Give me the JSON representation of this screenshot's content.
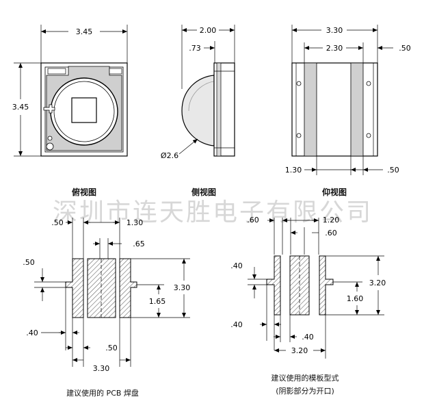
{
  "views": {
    "top": {
      "caption": "俯视图",
      "width": "3.45",
      "height": "3.45"
    },
    "side": {
      "caption": "侧视图",
      "total": "2.00",
      "dome": ".73",
      "lens_dia": "Ø2.6"
    },
    "bottom": {
      "caption": "仰视图",
      "outer": "3.30",
      "inner": "2.30",
      "edge_top": ".50",
      "pad": "1.30",
      "edge_bottom": ".50"
    }
  },
  "watermark": "深圳市连天胜电子有限公司",
  "pcb": {
    "caption": "建议使用的 PCB 焊盘",
    "d_050_top": ".50",
    "d_130": "1.30",
    "d_065": ".65",
    "d_050_left": ".50",
    "d_330_height": "3.30",
    "d_165": "1.65",
    "d_040": ".40",
    "d_050_bottom": ".50",
    "d_330_width": "3.30"
  },
  "stencil": {
    "caption": "建议使用的模板型式",
    "note": "(阴影部分为开口)",
    "d_060_a": ".60",
    "d_120": "1.20",
    "d_060_b": ".60",
    "d_040_left": ".40",
    "d_320_height": "3.20",
    "d_160": "1.60",
    "d_040_lower": ".40",
    "d_040_bottom": ".40",
    "d_320_width": "3.20"
  }
}
